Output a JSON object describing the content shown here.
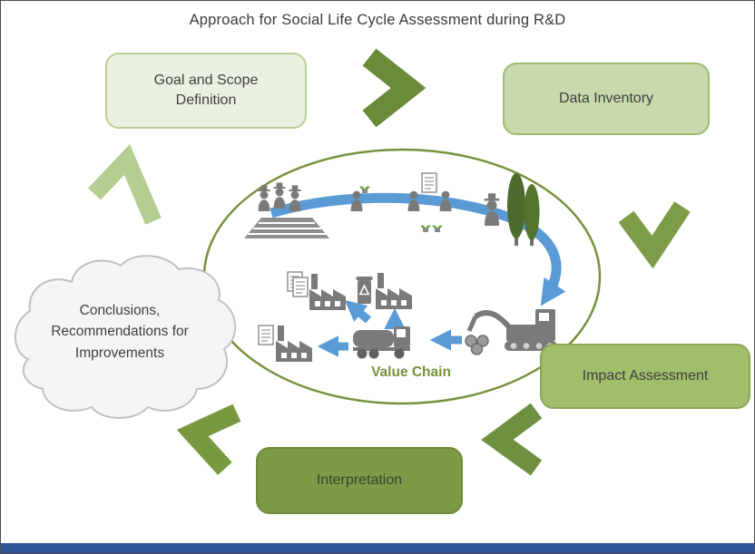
{
  "title": "Approach for Social Life Cycle Assessment during R&D",
  "nodes": {
    "goal_scope": {
      "label": "Goal and Scope Definition"
    },
    "data_inventory": {
      "label": "Data Inventory"
    },
    "impact_assessment": {
      "label": "Impact Assessment"
    },
    "interpretation": {
      "label": "Interpretation"
    },
    "conclusions": {
      "label": "Conclusions, Recommendations for Improvements",
      "lines": [
        "Conclusions,",
        "Recommendations for",
        "Improvements"
      ]
    }
  },
  "center": {
    "value_chain_label": "Value Chain"
  },
  "icons": [
    "farmers-field-icon",
    "gardener-plant-icon",
    "workers-certificate-icon",
    "sprout-icon",
    "farmer-icon",
    "cypress-trees-icon",
    "log-harvester-icon",
    "logs-icon",
    "truck-icon",
    "recycling-bin-icon",
    "factory-recycling-icon",
    "factory-documents-icon",
    "factory-reports-icon",
    "documents-icon",
    "value-chain-flow-arrows",
    "stage-chevron-arrows",
    "conclusions-cloud"
  ],
  "colors": {
    "goal_fill": "#ebf1e0",
    "goal_border": "#b7cf93",
    "inventory_fill": "#c8d9ab",
    "inventory_border": "#9dbb72",
    "impact_fill": "#a1be6b",
    "impact_border": "#8aa757",
    "interpretation_fill": "#7d9b47",
    "interpretation_border": "#6d8b3a",
    "cloud_fill": "#f5f5f5",
    "cloud_border": "#c0c0c0",
    "ellipse_stroke": "#76923c",
    "value_chain_text": "#76923c",
    "flow_arrow_blue": "#5b9bd5",
    "chevron_dark": "#6a8c38",
    "chevron_light": "#b4cd90",
    "icon_gray": "#7a7a7a",
    "tree_green": "#4e6b2f",
    "bottom_bar_blue": "#2e5597",
    "text": "#3f3f3f"
  }
}
